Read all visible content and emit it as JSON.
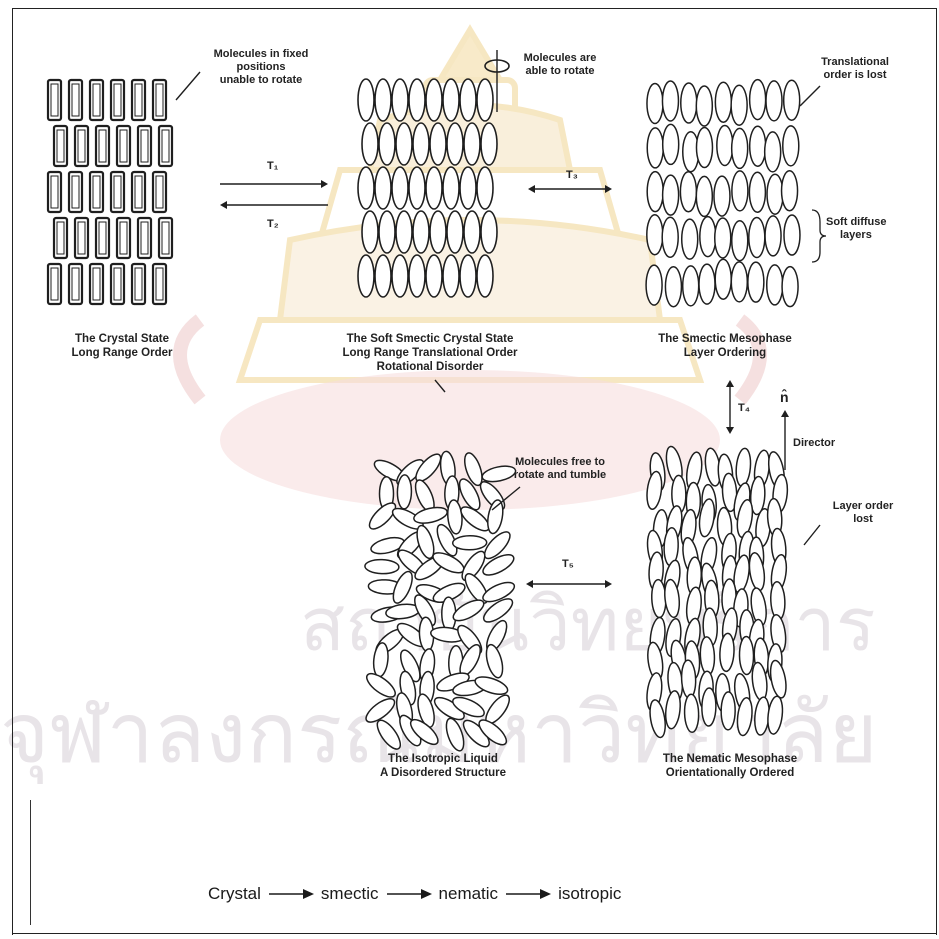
{
  "states": {
    "crystal": {
      "line1": "The Crystal State",
      "line2": "Long Range Order"
    },
    "soft_smectic": {
      "line1": "The Soft Smectic Crystal State",
      "line2": "Long Range Translational Order",
      "line3": "Rotational Disorder"
    },
    "smectic": {
      "line1": "The Smectic Mesophase",
      "line2": "Layer Ordering"
    },
    "isotropic": {
      "line1": "The Isotropic Liquid",
      "line2": "A Disordered Structure"
    },
    "nematic": {
      "line1": "The Nematic Mesophase",
      "line2": "Orientationally Ordered"
    }
  },
  "annotations": {
    "fixed": {
      "line1": "Molecules in fixed",
      "line2": "positions",
      "line3": "unable to rotate"
    },
    "rotate": {
      "line1": "Molecules are",
      "line2": "able to rotate"
    },
    "translational": {
      "line1": "Translational",
      "line2": "order is lost"
    },
    "soft_layers": {
      "line1": "Soft diffuse",
      "line2": "layers"
    },
    "director": "Director",
    "n_hat": "n̂",
    "layer_lost": {
      "line1": "Layer order",
      "line2": "lost"
    },
    "tumble": {
      "line1": "Molecules free to",
      "line2": "rotate and tumble"
    }
  },
  "transitions": {
    "t1": "T₁",
    "t2": "T₂",
    "t3": "T₃",
    "t4": "T₄",
    "t5": "T₅"
  },
  "sequence": [
    "Crystal",
    "smectic",
    "nematic",
    "isotropic"
  ],
  "watermark": {
    "line1": "สถาบันวิทยบริการ",
    "line2": "จุฬาลงกรณ์มหาวิทยาลัย"
  },
  "colors": {
    "ink": "#1f1f1f",
    "watermark": "#e8e4e8",
    "seal": "#f2d9a0",
    "seal_red": "#f5d6d6"
  }
}
